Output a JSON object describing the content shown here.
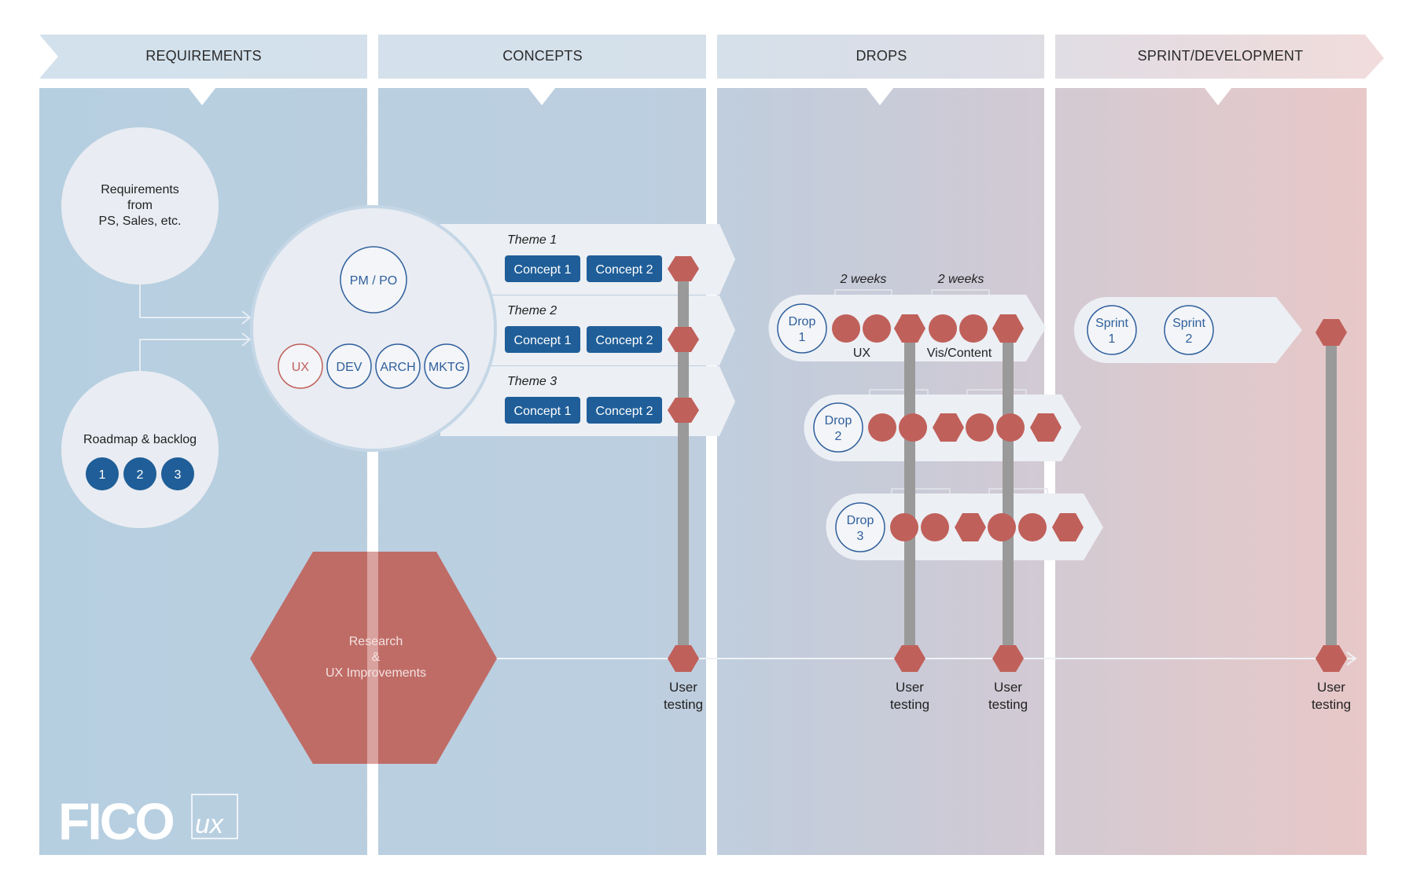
{
  "phases": [
    "REQUIREMENTS",
    "CONCEPTS",
    "DROPS",
    "SPRINT/DEVELOPMENT"
  ],
  "requirements": {
    "source_lines": [
      "Requirements",
      "from",
      "PS, Sales, etc."
    ],
    "roadmap_label": "Roadmap & backlog",
    "backlog_items": [
      "1",
      "2",
      "3"
    ]
  },
  "team": {
    "lead": "PM / PO",
    "roles": [
      "UX",
      "DEV",
      "ARCH",
      "MKTG"
    ]
  },
  "themes": [
    {
      "name": "Theme 1",
      "concepts": [
        "Concept 1",
        "Concept 2"
      ]
    },
    {
      "name": "Theme 2",
      "concepts": [
        "Concept 1",
        "Concept 2"
      ]
    },
    {
      "name": "Theme 3",
      "concepts": [
        "Concept 1",
        "Concept 2"
      ]
    }
  ],
  "drops": {
    "durations": [
      "2 weeks",
      "2 weeks"
    ],
    "phase_labels": [
      "UX",
      "Vis/Content"
    ],
    "items": [
      {
        "label_line1": "Drop",
        "label_line2": "1"
      },
      {
        "label_line1": "Drop",
        "label_line2": "2"
      },
      {
        "label_line1": "Drop",
        "label_line2": "3"
      }
    ]
  },
  "sprints": [
    {
      "label_line1": "Sprint",
      "label_line2": "1"
    },
    {
      "label_line1": "Sprint",
      "label_line2": "2"
    }
  ],
  "research": {
    "lines": [
      "Research",
      "&",
      "UX Improvements"
    ]
  },
  "user_testing": {
    "line1": "User",
    "line2": "testing"
  },
  "brand": {
    "logo": "FICO",
    "sub": "ux"
  },
  "colors": {
    "band_blue": "#b7cfe0",
    "band_pink": "#ecc9c9",
    "header_blue": "#d3e1ec",
    "header_pink": "#f1dddd",
    "accent_blue": "#1f5e98",
    "accent_red": "#c0605a",
    "gray_bar": "#9a9a9a",
    "panel": "#eceff4"
  }
}
